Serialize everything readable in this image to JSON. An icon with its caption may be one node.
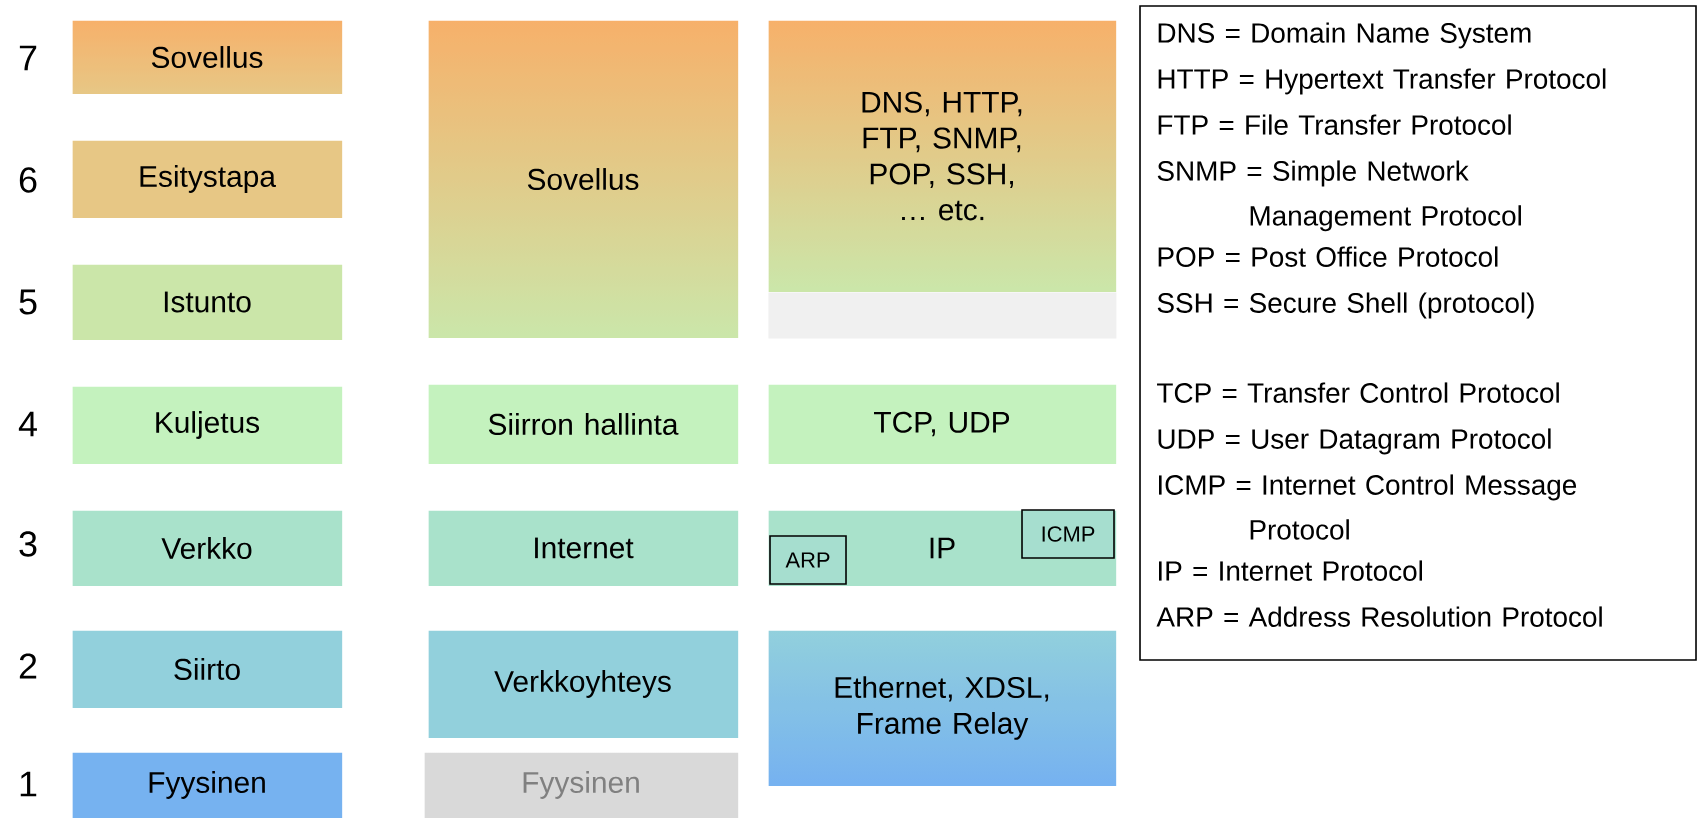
{
  "diagram": {
    "nodes": [
      {
        "text": [
          "Sovellus"
        ]
      },
      {
        "text": [
          "Esitystapa"
        ]
      },
      {
        "text": [
          "Istunto"
        ]
      },
      {
        "text": [
          "Kuljetus"
        ]
      },
      {
        "text": [
          "Verkko"
        ]
      },
      {
        "text": [
          "Siirto"
        ]
      },
      {
        "text": [
          "Fyysinen"
        ]
      },
      {
        "text": [
          "Sovellus"
        ]
      },
      {
        "text": [
          "Siirron hallinta"
        ]
      },
      {
        "text": [
          "Internet"
        ]
      },
      {
        "text": [
          "Verkkoyhteys"
        ]
      },
      {
        "text": [
          "Fyysinen"
        ]
      },
      {
        "text": [
          "DNS, HTTP, FTP, SNMP, POP, SSH, … etc."
        ]
      },
      {
        "text": [],
        "shape": "box"
      },
      {
        "text": [
          "TCP, UDP"
        ]
      },
      {
        "text": [
          "IP"
        ]
      },
      {
        "text": [
          "ARP"
        ]
      },
      {
        "text": [
          "ICMP"
        ]
      },
      {
        "text": [
          "Ethernet, XDSL, Frame Relay"
        ]
      },
      {
        "text": [
          "DNS = Domain Name System",
          "HTTP = Hypertext Transfer Protocol",
          "FTP = File Transfer Protocol",
          "SNMP = Simple Network Management Protocol",
          "POP = Post Office Protocol",
          "SSH = Secure Shell (protocol)",
          "TCP = Transfer Control Protocol",
          "UDP = User Datagram Protocol",
          "ICMP = Internet Control Message Protocol",
          "IP = Internet Protocol",
          "ARP = Address Resolution Protocol"
        ]
      }
    ],
    "labels": [
      "7",
      "6",
      "5",
      "4",
      "3",
      "2",
      "1"
    ]
  }
}
